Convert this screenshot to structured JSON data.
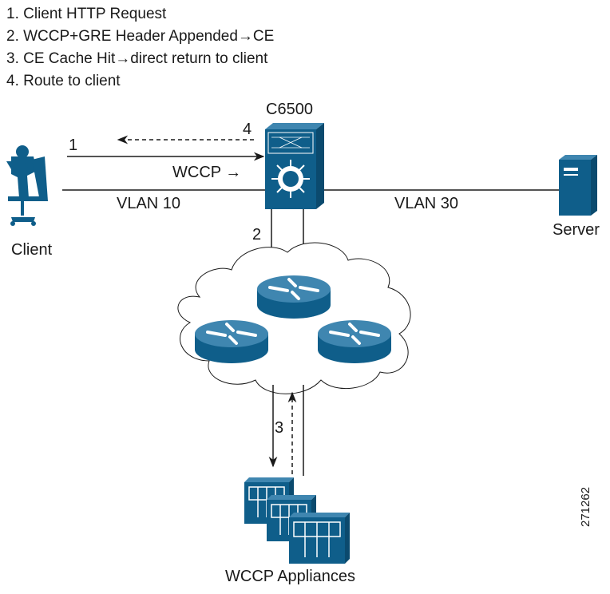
{
  "steps": [
    "1. Client HTTP Request",
    "2. WCCP+GRE Header Appended→CE",
    "3. CE Cache Hit→direct return to client",
    "4. Route to client"
  ],
  "nodes": {
    "switch": "C6500",
    "client": "Client",
    "server": "Server",
    "appliances": "WCCP Appliances"
  },
  "links": {
    "vlan_left": "VLAN 10",
    "vlan_right": "VLAN 30",
    "wccp_label": "WCCP →"
  },
  "markers": {
    "m1": "1",
    "m2": "2",
    "m3": "3",
    "m4": "4"
  },
  "figure_id": "271262",
  "colors": {
    "device_blue": "#0f5e8a",
    "device_light": "#3f86b0",
    "cloud_fill": "#ffffff",
    "line": "#1a1a1a"
  },
  "icons": [
    "client-person-icon",
    "switch-c6500-icon",
    "server-icon",
    "router-icon",
    "cloud-icon",
    "wccp-appliance-icon"
  ]
}
